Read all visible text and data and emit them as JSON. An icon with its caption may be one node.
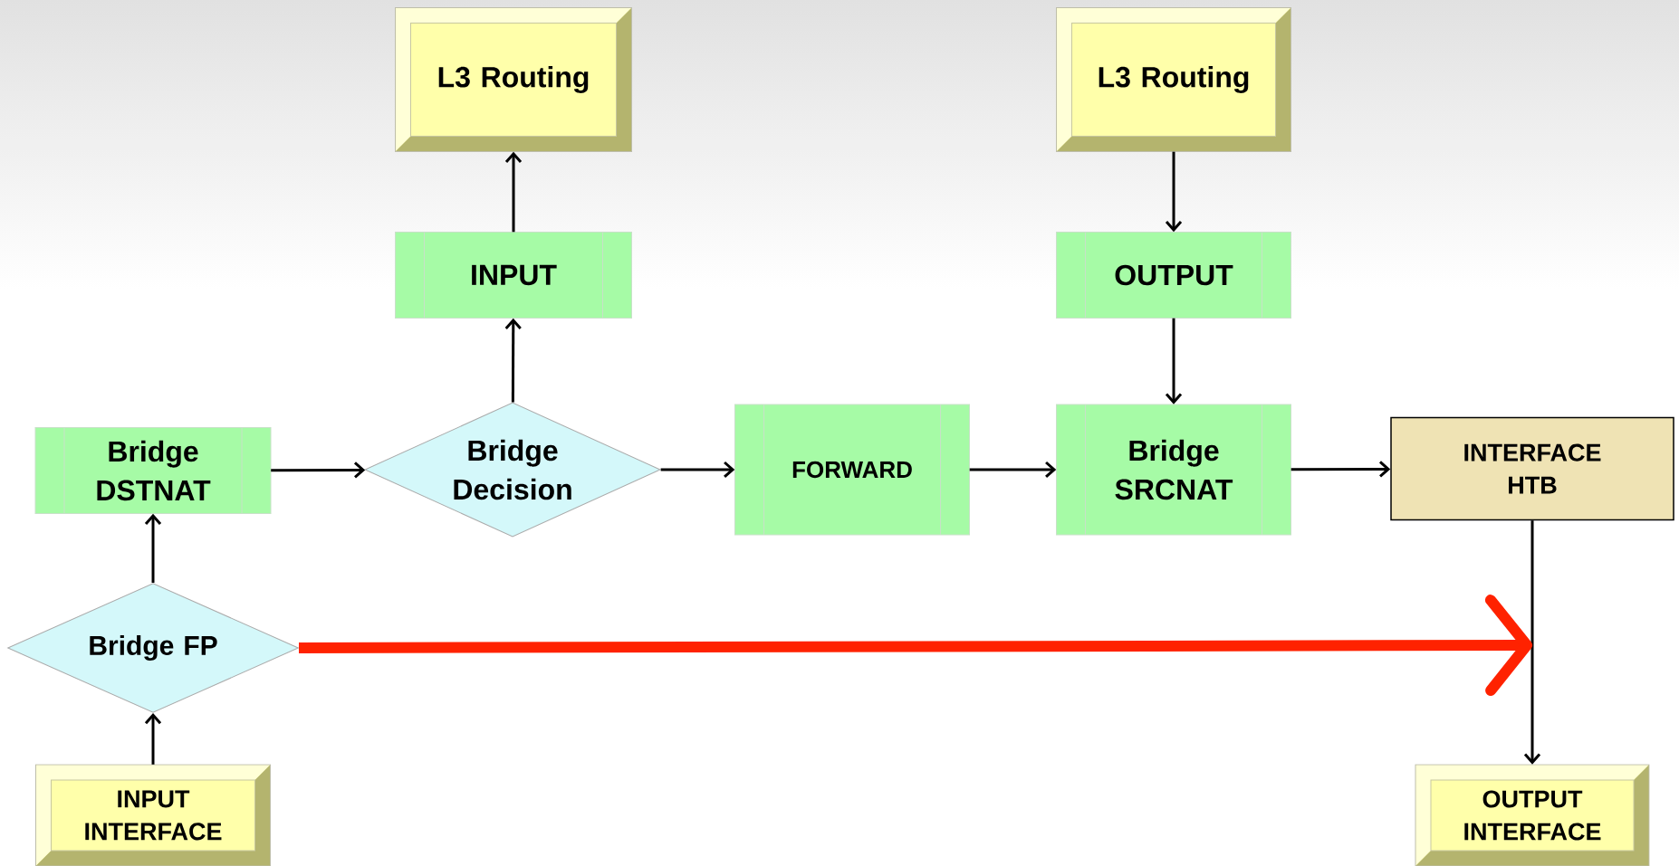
{
  "diagram": {
    "nodes": [
      {
        "text": [
          "L3 Routing"
        ]
      },
      {
        "text": [
          "L3 Routing"
        ]
      },
      {
        "text": [
          "INPUT"
        ]
      },
      {
        "text": [
          "OUTPUT"
        ]
      },
      {
        "text": [
          "Bridge DSTNAT"
        ]
      },
      {
        "text": [
          "Bridge Decision"
        ]
      },
      {
        "text": [
          "FORWARD"
        ]
      },
      {
        "text": [
          "Bridge SRCNAT"
        ]
      },
      {
        "text": [
          "INTERFACE HTB"
        ]
      },
      {
        "text": [
          "Bridge FP"
        ]
      },
      {
        "text": [
          "INPUT INTERFACE"
        ]
      },
      {
        "text": [
          "OUTPUT INTERFACE"
        ]
      }
    ],
    "edges": [
      {
        "from": 10,
        "to": 9,
        "arrow": "to"
      },
      {
        "from": 9,
        "to": 4,
        "arrow": "to"
      },
      {
        "from": 4,
        "to": 5,
        "arrow": "to"
      },
      {
        "from": 5,
        "to": 2,
        "arrow": "to"
      },
      {
        "from": 2,
        "to": 0,
        "arrow": "to"
      },
      {
        "from": 5,
        "to": 6,
        "arrow": "to"
      },
      {
        "from": 6,
        "to": 7,
        "arrow": "to"
      },
      {
        "from": 1,
        "to": 3,
        "arrow": "to"
      },
      {
        "from": 3,
        "to": 7,
        "arrow": "to"
      },
      {
        "from": 7,
        "to": 8,
        "arrow": "to"
      },
      {
        "from": 8,
        "to": 11,
        "arrow": "to"
      },
      {
        "from": 9,
        "to": null,
        "arrow": "to",
        "style": "thick",
        "color": "#ff2200"
      }
    ]
  }
}
